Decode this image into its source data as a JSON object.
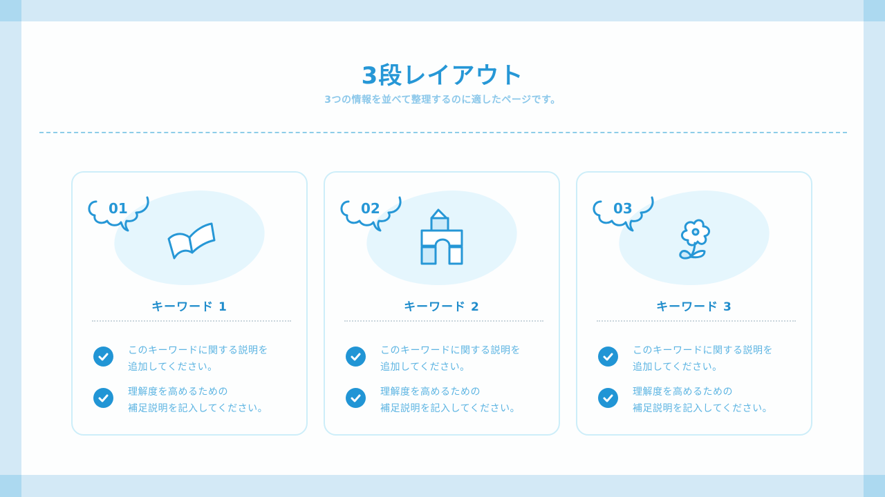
{
  "page": {
    "title": "3段レイアウト",
    "subtitle": "3つの情報を並べて整理するのに適したページです。"
  },
  "colors": {
    "accent": "#2697d6",
    "subtitle": "#8cc8ea",
    "frame": "#d3e9f6",
    "card_border": "#cdeef9",
    "blob": "#e5f6fd"
  },
  "cards": [
    {
      "number": "01",
      "icon": "open-book-icon",
      "keyword": "キーワード 1",
      "items": [
        {
          "line1": "このキーワードに関する説明を",
          "line2": "追加してください。"
        },
        {
          "line1": "理解度を高めるための",
          "line2": "補足説明を記入してください。"
        }
      ]
    },
    {
      "number": "02",
      "icon": "building-blocks-icon",
      "keyword": "キーワード 2",
      "items": [
        {
          "line1": "このキーワードに関する説明を",
          "line2": "追加してください。"
        },
        {
          "line1": "理解度を高めるための",
          "line2": "補足説明を記入してください。"
        }
      ]
    },
    {
      "number": "03",
      "icon": "flower-icon",
      "keyword": "キーワード 3",
      "items": [
        {
          "line1": "このキーワードに関する説明を",
          "line2": "追加してください。"
        },
        {
          "line1": "理解度を高めるための",
          "line2": "補足説明を記入してください。"
        }
      ]
    }
  ]
}
